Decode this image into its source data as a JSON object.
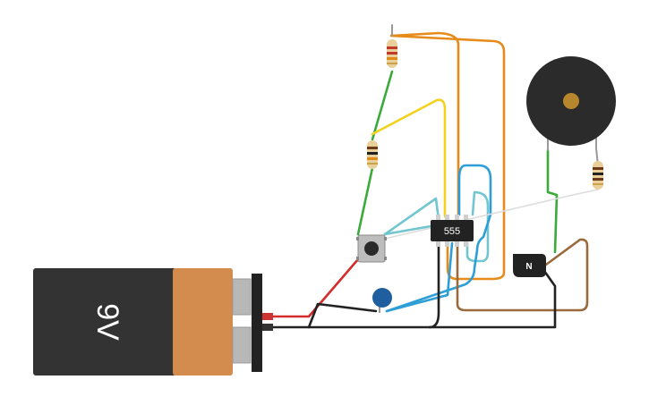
{
  "components": {
    "battery": {
      "label": "9V",
      "body_color": "#333333",
      "cap_color": "#d48b4e"
    },
    "timer_ic": {
      "label": "555",
      "color": "#222222"
    },
    "transistor": {
      "label": "N",
      "color": "#222222"
    },
    "buzzer": {
      "color": "#2b2b2b",
      "center_color": "#b8862d"
    },
    "capacitor": {
      "color": "#1f5fa0"
    },
    "push_button": {
      "color": "#9a9a9a"
    },
    "resistor": {
      "color": "#e9cf9a"
    }
  },
  "wire_colors": {
    "red": "#d42b2b",
    "black": "#222222",
    "orange": "#e68a1a",
    "green": "#3aaa3a",
    "yellow": "#f2d21e",
    "blue": "#2e9ed6",
    "light_blue": "#72c6d0",
    "brown": "#9a6a3c",
    "white": "#dddddd"
  }
}
